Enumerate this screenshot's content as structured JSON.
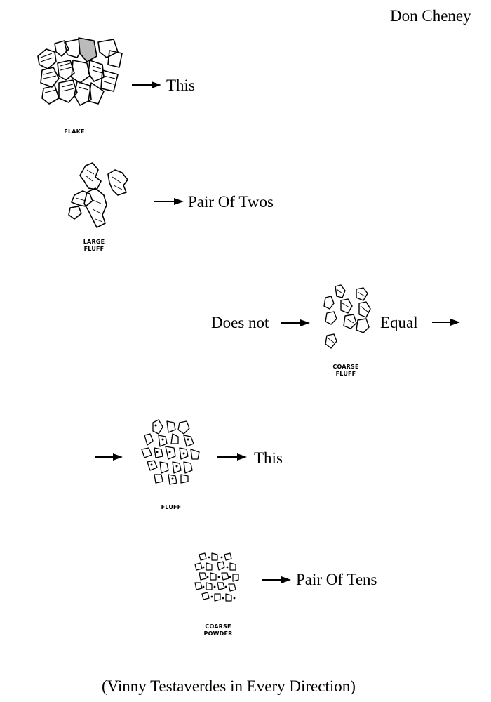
{
  "author": "Don Cheney",
  "caption": "(Vinny Testaverdes in Every Direction)",
  "rows": [
    {
      "label_lines": [
        "FLAKE"
      ],
      "right_text": "This",
      "particle_icon": "flake-particles-icon",
      "arrow_icon": "arrow-right-icon"
    },
    {
      "label_lines": [
        "LARGE",
        "FLUFF"
      ],
      "right_text": "Pair Of Twos",
      "particle_icon": "large-fluff-particles-icon",
      "arrow_icon": "arrow-right-icon"
    },
    {
      "left_text": "Does not",
      "label_lines": [
        "COARSE",
        "FLUFF"
      ],
      "right_text": "Equal",
      "particle_icon": "coarse-fluff-particles-icon",
      "arrow_icon": "arrow-right-icon"
    },
    {
      "label_lines": [
        "FLUFF"
      ],
      "right_text": "This",
      "particle_icon": "fluff-particles-icon",
      "arrow_icon": "arrow-right-icon"
    },
    {
      "label_lines": [
        "COARSE",
        "POWDER"
      ],
      "right_text": "Pair Of Tens",
      "particle_icon": "coarse-powder-particles-icon",
      "arrow_icon": "arrow-right-icon"
    }
  ]
}
